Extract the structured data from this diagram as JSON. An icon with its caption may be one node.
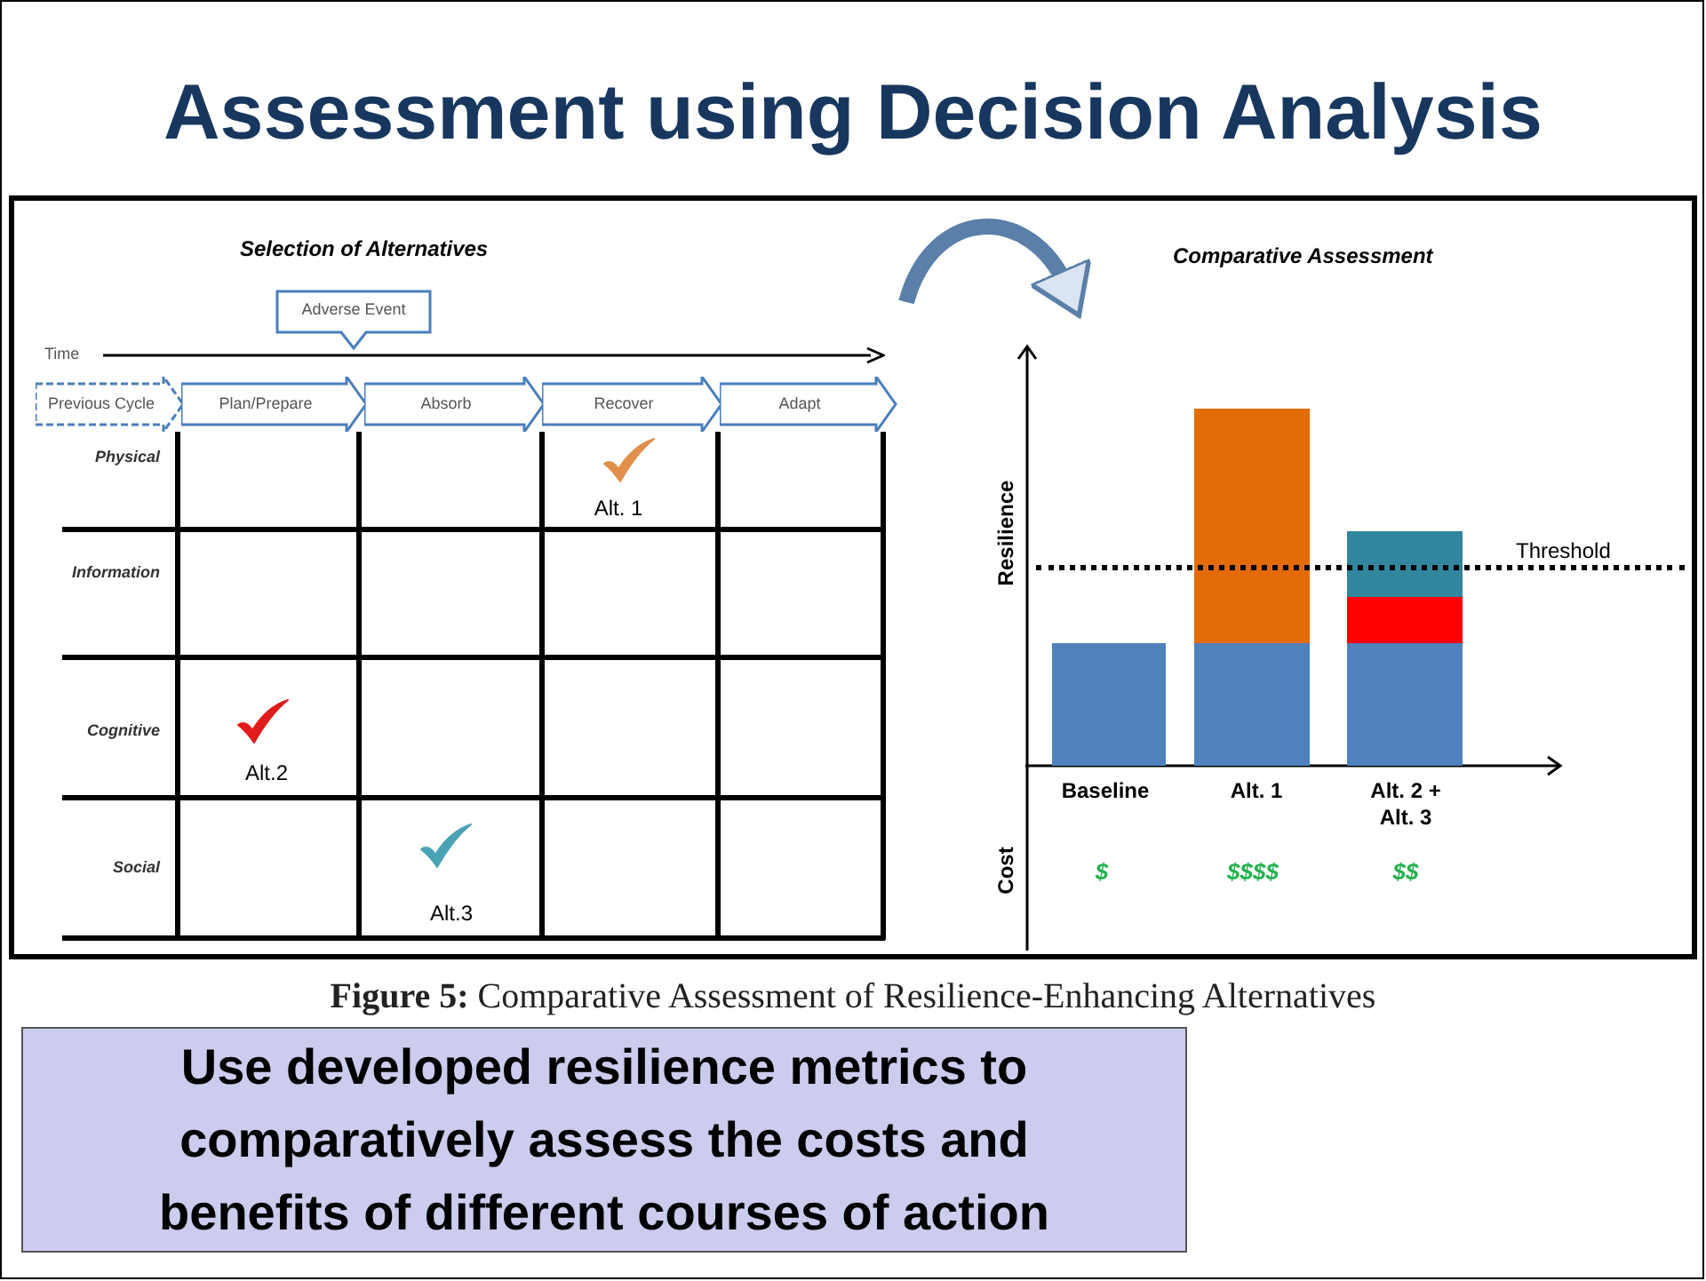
{
  "diagram": {
    "title": "Assessment using Decision Analysis",
    "caption": "**Figure 5:** Comparative Assessment of Resilience-Enhancing Alternatives",
    "nodes": [
      {
        "text": [
          "Selection of Alternatives"
        ]
      },
      {
        "text": [
          "Adverse Event"
        ],
        "in": 0
      },
      {
        "text": [
          "Previous Cycle"
        ],
        "in": 0
      },
      {
        "text": [
          "Plan/Prepare"
        ],
        "in": 0
      },
      {
        "text": [
          "Absorb"
        ],
        "in": 0
      },
      {
        "text": [
          "Recover"
        ],
        "in": 0
      },
      {
        "text": [
          "Adapt"
        ],
        "in": 0
      },
      {
        "text": [
          "Comparative Assessment"
        ]
      },
      {
        "text": [
          "Use developed resilience metrics to comparatively assess the costs and benefits of different courses of action"
        ]
      }
    ],
    "edges": [
      {
        "from": 0,
        "to": 7,
        "arrow": "to"
      }
    ],
    "labels": [
      "Time",
      "Physical",
      "Alt. 1",
      "Information",
      "Cognitive",
      "Alt.2",
      "Social",
      "Alt.3",
      "Resilience",
      "Threshold",
      "Baseline",
      "Alt. 1",
      "Alt. 2 + Alt. 3",
      "Cost",
      "$",
      "$$$$",
      "$$"
    ]
  }
}
